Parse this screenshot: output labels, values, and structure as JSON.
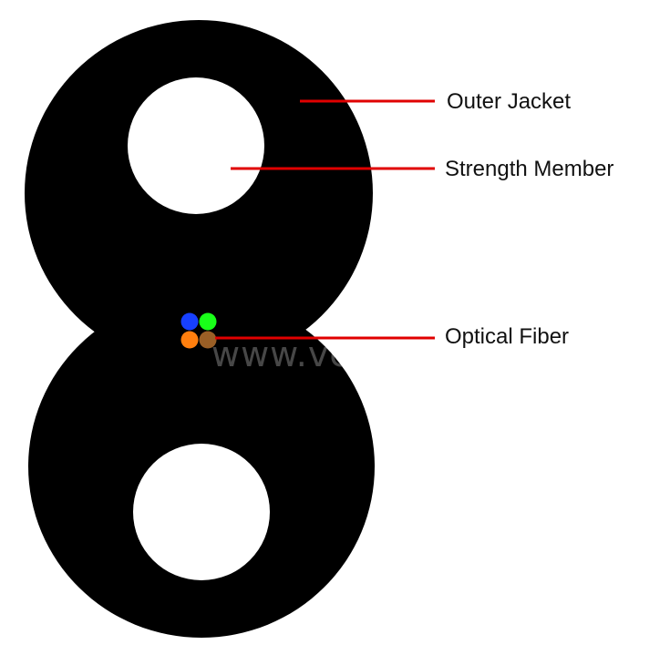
{
  "labels": {
    "outer_jacket": "Outer Jacket",
    "strength_member": "Strength Member",
    "optical_fiber": "Optical Fiber"
  },
  "watermark": "www.veivot.com",
  "colors": {
    "jacket": "#000000",
    "strength_member": "#ffffff",
    "leader_line": "#e00000",
    "fiber_blue": "#1740ff",
    "fiber_green": "#19ff19",
    "fiber_orange": "#ff7f0e",
    "fiber_brown": "#9a5f26"
  },
  "fibers": [
    {
      "name": "blue",
      "color": "#1740ff"
    },
    {
      "name": "green",
      "color": "#19ff19"
    },
    {
      "name": "orange",
      "color": "#ff7f0e"
    },
    {
      "name": "brown",
      "color": "#9a5f26"
    }
  ]
}
